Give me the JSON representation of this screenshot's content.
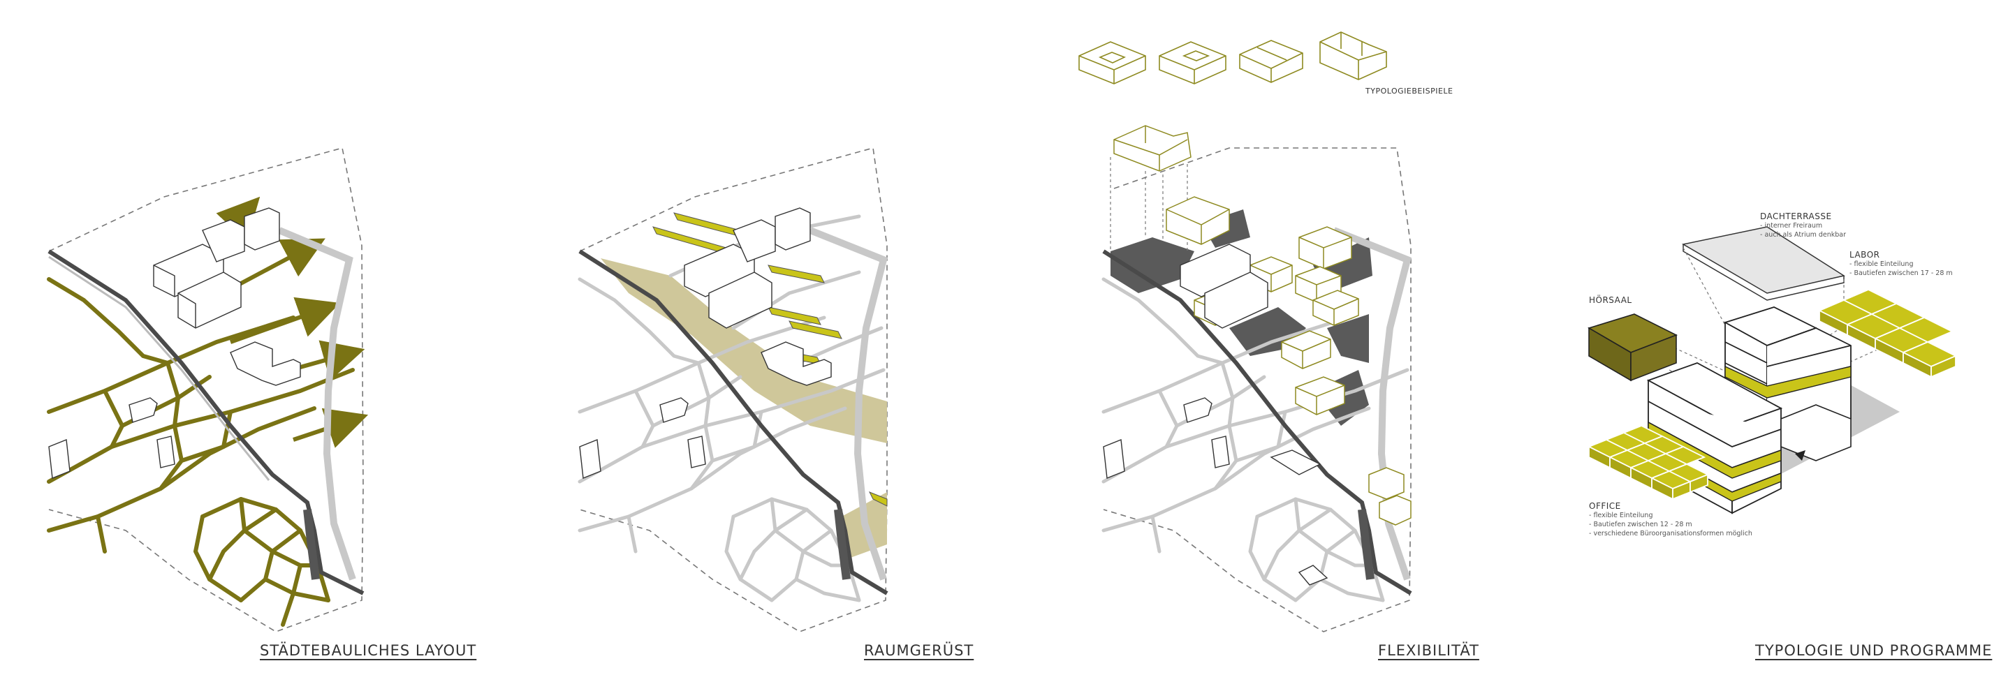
{
  "panels": [
    {
      "caption": "STÄDTEBAULICHES LAYOUT"
    },
    {
      "caption": "RAUMGERÜST"
    },
    {
      "caption": "FLEXIBILITÄT"
    },
    {
      "caption": "TYPOLOGIE UND  PROGRAMME"
    }
  ],
  "typology_label": "TYPOLOGIEBEISPIELE",
  "program": {
    "hoersaal": {
      "title": "HÖRSAAL"
    },
    "dachterrasse": {
      "title": "DACHTERRASSE",
      "lines": [
        "- interner Freiraum",
        "- auch als Atrium denkbar"
      ]
    },
    "labor": {
      "title": "LABOR",
      "lines": [
        "- flexible Einteilung",
        "- Bautiefen zwischen 17 - 28 m"
      ]
    },
    "office": {
      "title": "OFFICE",
      "lines": [
        "- flexible Einteilung",
        "- Bautiefen zwischen 12 - 28 m",
        "- verschiedene Büroorganisationsformen möglich"
      ]
    }
  },
  "colors": {
    "olive": "#7a7314",
    "olive_dark": "#7c7320",
    "lime": "#c9c419",
    "khaki": "#cfc79a",
    "gray_road": "#c8c8c8",
    "gray_dark": "#5a5a5a"
  }
}
